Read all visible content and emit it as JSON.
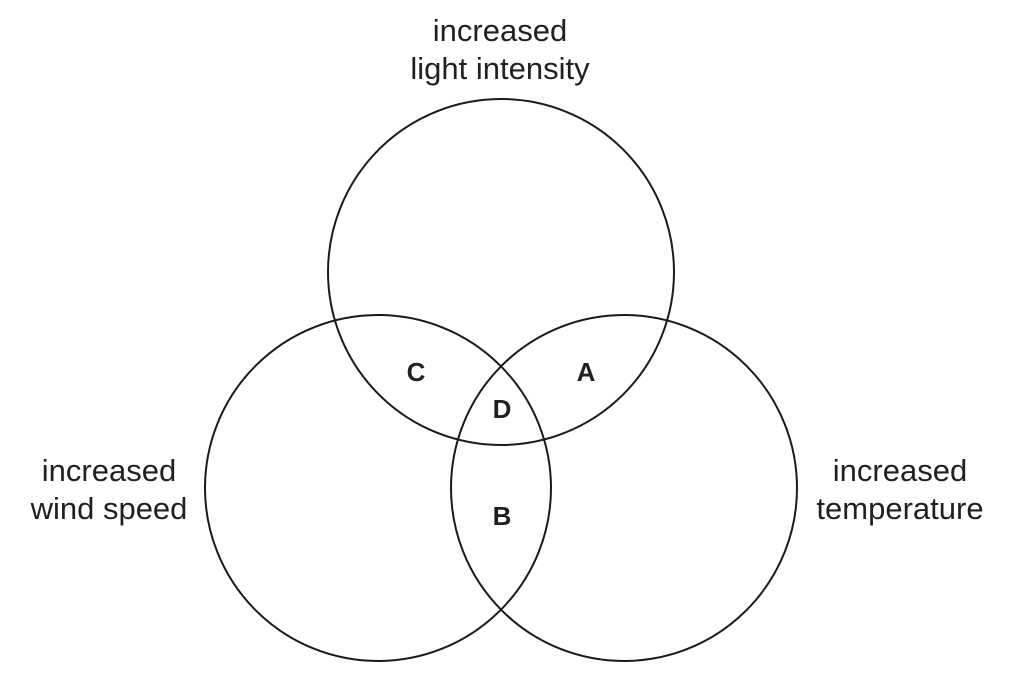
{
  "sets": {
    "top": {
      "line1": "increased",
      "line2": "light intensity"
    },
    "left": {
      "line1": "increased",
      "line2": "wind speed"
    },
    "right": {
      "line1": "increased",
      "line2": "temperature"
    }
  },
  "regions": {
    "a": "A",
    "b": "B",
    "c": "C",
    "d": "D"
  },
  "colors": {
    "stroke": "#1a1a1a",
    "text": "#231f20",
    "background": "#ffffff"
  }
}
